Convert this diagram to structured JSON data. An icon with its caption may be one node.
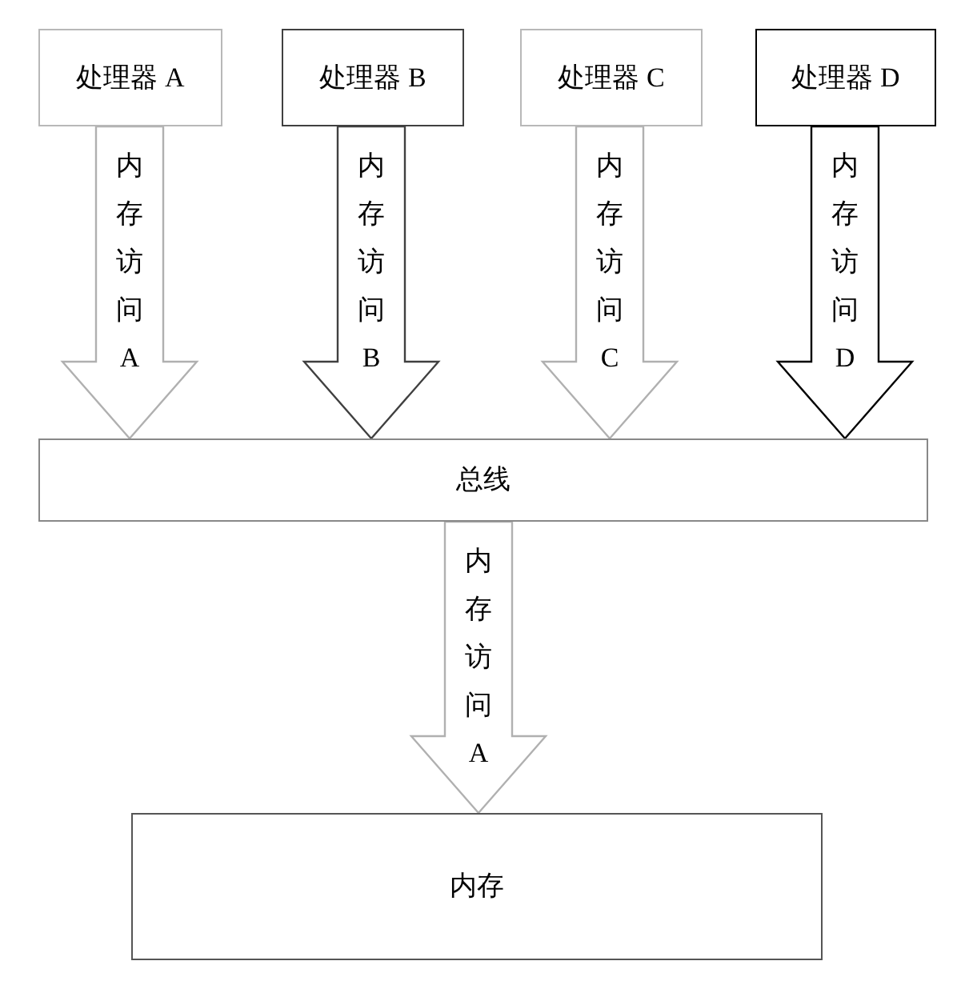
{
  "diagram": {
    "nodes": [
      {
        "text": [
          "处理器 A"
        ]
      },
      {
        "text": [
          "处理器 B"
        ]
      },
      {
        "text": [
          "处理器 C"
        ]
      },
      {
        "text": [
          "处理器 D"
        ]
      },
      {
        "text": [
          "总线"
        ]
      },
      {
        "text": [
          "内存"
        ]
      }
    ],
    "edges": [
      {
        "from": 0,
        "to": 4,
        "arrow": "to",
        "label": "内存访问A"
      },
      {
        "from": 1,
        "to": 4,
        "arrow": "to",
        "label": "内存访问B",
        "color": "#404040"
      },
      {
        "from": 2,
        "to": 4,
        "arrow": "to",
        "label": "内存访问C"
      },
      {
        "from": 3,
        "to": 4,
        "arrow": "to",
        "label": "内存访问D",
        "color": "#000000"
      },
      {
        "from": 4,
        "to": 5,
        "arrow": "to",
        "label": "内存访问A"
      }
    ]
  }
}
